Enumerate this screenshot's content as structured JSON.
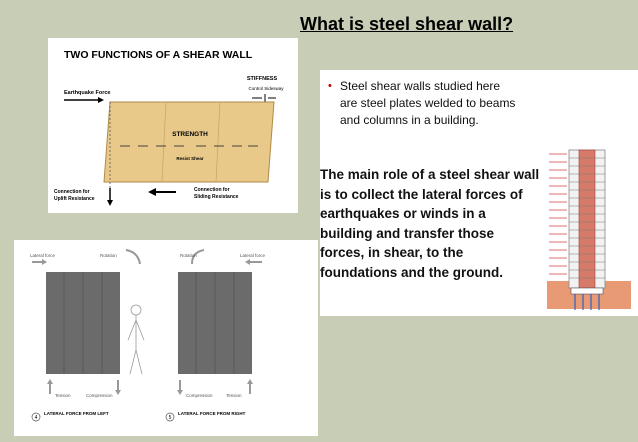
{
  "title": "What is steel shear wall?",
  "figure1": {
    "heading": "TWO FUNCTIONS OF A SHEAR WALL",
    "earthquake_force": "Earthquake Force",
    "stiffness": "STIFFNESS",
    "control_sideway": "Control Sidesway",
    "strength": "STRENGTH",
    "resist_shear": "Resist Shear",
    "uplift_line1": "Connection for",
    "uplift_line2": "Uplift Resistance",
    "sliding_line1": "Connection for",
    "sliding_line2": "Sliding Resistance",
    "panel_color": "#e8c98a"
  },
  "bullet": "Steel shear walls studied here are steel plates welded to beams and columns in a building.",
  "main_text": "The main role of a steel shear wall is to collect the lateral forces of earthquakes or winds in a building and transfer those forces, in shear, to the foundations and the ground.",
  "figure2": {
    "left_panel": {
      "lateral_force": "Lateral force",
      "rotation": "Rotation",
      "tension": "Tension",
      "compression": "Compression",
      "number": "4",
      "caption": "LATERAL FORCE FROM LEFT"
    },
    "right_panel": {
      "rotation": "Rotation",
      "lateral_force": "Lateral force",
      "compression": "Compression",
      "tension": "Tension",
      "number": "5",
      "caption": "LATERAL FORCE FROM RIGHT"
    },
    "wall_color": "#6b6b6b"
  },
  "colors": {
    "background": "#c8ceb6",
    "bullet": "#c00000",
    "arrow_red": "#d04040"
  }
}
